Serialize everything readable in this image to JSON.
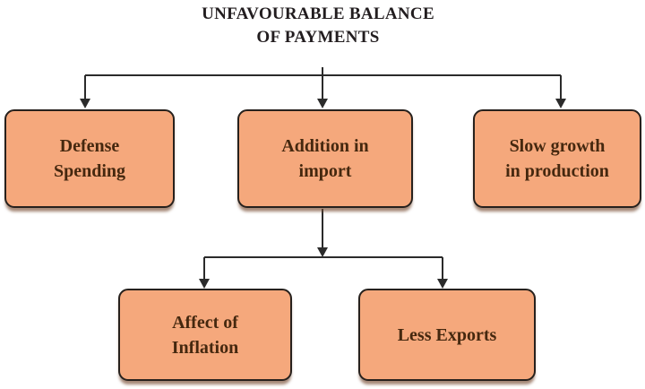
{
  "title": {
    "line1": "UNFAVOURABLE BALANCE",
    "line2": "OF PAYMENTS"
  },
  "nodes": {
    "defense": {
      "line1": "Defense",
      "line2": "Spending"
    },
    "imports": {
      "line1": "Addition in",
      "line2": "import"
    },
    "production": {
      "line1": "Slow growth",
      "line2": "in production"
    },
    "inflation": {
      "line1": "Affect of",
      "line2": "Inflation"
    },
    "exports": {
      "line1": "Less Exports",
      "line2": ""
    }
  },
  "edges": [
    {
      "from": "title",
      "to": "defense"
    },
    {
      "from": "title",
      "to": "imports"
    },
    {
      "from": "title",
      "to": "production"
    },
    {
      "from": "imports",
      "to": "inflation"
    },
    {
      "from": "imports",
      "to": "exports"
    }
  ],
  "colors": {
    "box_fill": "#f5a87c",
    "box_border": "#27211d",
    "box_text": "#45280f",
    "box_shadow": "#8b5e42",
    "connector_line": "#2b2b2b",
    "title_text": "#221d1f",
    "background": "#ffffff"
  }
}
